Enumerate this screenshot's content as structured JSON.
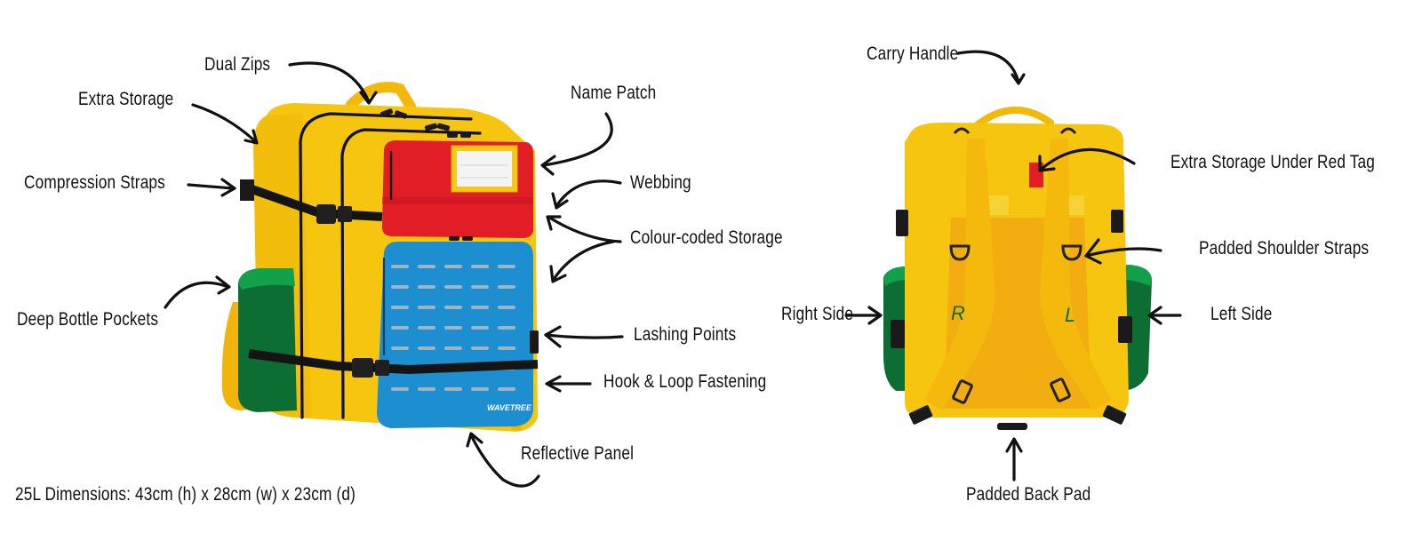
{
  "front_view": {
    "callouts": [
      {
        "id": "dual-zips",
        "text": "Dual Zips"
      },
      {
        "id": "extra-storage",
        "text": "Extra Storage"
      },
      {
        "id": "compression-straps",
        "text": "Compression Straps"
      },
      {
        "id": "deep-bottle-pockets",
        "text": "Deep Bottle Pockets"
      },
      {
        "id": "name-patch",
        "text": "Name Patch"
      },
      {
        "id": "webbing",
        "text": "Webbing"
      },
      {
        "id": "colour-coded-storage",
        "text": "Colour-coded Storage"
      },
      {
        "id": "lashing-points",
        "text": "Lashing Points"
      },
      {
        "id": "hook-loop-fastening",
        "text": "Hook & Loop Fastening"
      },
      {
        "id": "reflective-panel",
        "text": "Reflective Panel"
      }
    ],
    "brand_mark": "WAVETREE"
  },
  "back_view": {
    "callouts": [
      {
        "id": "carry-handle",
        "text": "Carry Handle"
      },
      {
        "id": "extra-storage-red-tag",
        "text": "Extra Storage Under Red Tag"
      },
      {
        "id": "padded-shoulder-straps",
        "text": "Padded Shoulder Straps"
      },
      {
        "id": "right-side",
        "text": "Right Side"
      },
      {
        "id": "left-side",
        "text": "Left Side"
      },
      {
        "id": "padded-back-pad",
        "text": "Padded Back Pad"
      }
    ],
    "strap_letters": {
      "right": "R",
      "left": "L"
    }
  },
  "dimensions": "25L Dimensions: 43cm (h) x 28cm (w) x 23cm (d)",
  "colors": {
    "body_yellow": "#f6c50f",
    "red_pouch": "#e11d26",
    "blue_pouch": "#1d8fd0",
    "green_pocket": "#0d7a35",
    "webbing_black": "#141414",
    "strap_letter_green": "#0f6b3a"
  }
}
